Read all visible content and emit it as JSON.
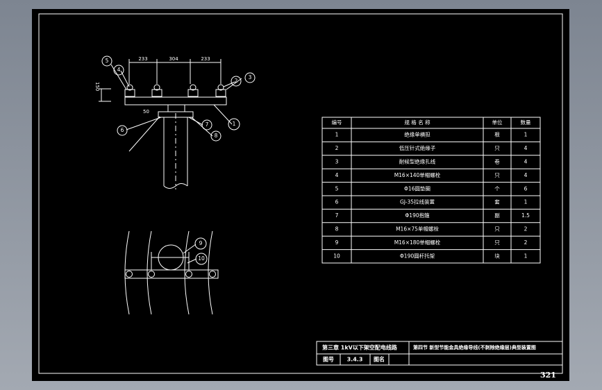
{
  "drawing": {
    "dimensions": [
      "233",
      "304",
      "233"
    ],
    "height_dim": "150",
    "stem_dim": "50",
    "callouts_top": [
      "1",
      "2",
      "3",
      "4",
      "5",
      "6",
      "7",
      "8"
    ],
    "callouts_bottom": [
      "9",
      "10"
    ]
  },
  "parts_table": {
    "headers": [
      "编号",
      "规 格 名 称",
      "单位",
      "数量"
    ],
    "rows": [
      {
        "no": "1",
        "name": "绝缘单横担",
        "unit": "根",
        "qty": "1"
      },
      {
        "no": "2",
        "name": "低压针式绝缘子",
        "unit": "只",
        "qty": "4"
      },
      {
        "no": "3",
        "name": "耐候型绝缘扎线",
        "unit": "卷",
        "qty": "4"
      },
      {
        "no": "4",
        "name": "M16×140单帽螺栓",
        "unit": "只",
        "qty": "4"
      },
      {
        "no": "5",
        "name": "Φ16圆垫圈",
        "unit": "个",
        "qty": "6"
      },
      {
        "no": "6",
        "name": "GJ-35拉线装置",
        "unit": "套",
        "qty": "1"
      },
      {
        "no": "7",
        "name": "Φ190抱箍",
        "unit": "副",
        "qty": "1.5"
      },
      {
        "no": "8",
        "name": "M16×75单帽螺栓",
        "unit": "只",
        "qty": "2"
      },
      {
        "no": "9",
        "name": "M16×180单帽螺栓",
        "unit": "只",
        "qty": "2"
      },
      {
        "no": "10",
        "name": "Φ190圆杆托架",
        "unit": "块",
        "qty": "1"
      }
    ]
  },
  "title_block": {
    "chapter": "第三章   1kV以下架空配电线路",
    "section": "第四节   新型节能金具绝缘导线(不剥除绝缘层)典型装置图",
    "drawing_no_label": "图号",
    "drawing_no": "3.4.3",
    "drawing_name_label": "图名"
  },
  "page_number": "321"
}
